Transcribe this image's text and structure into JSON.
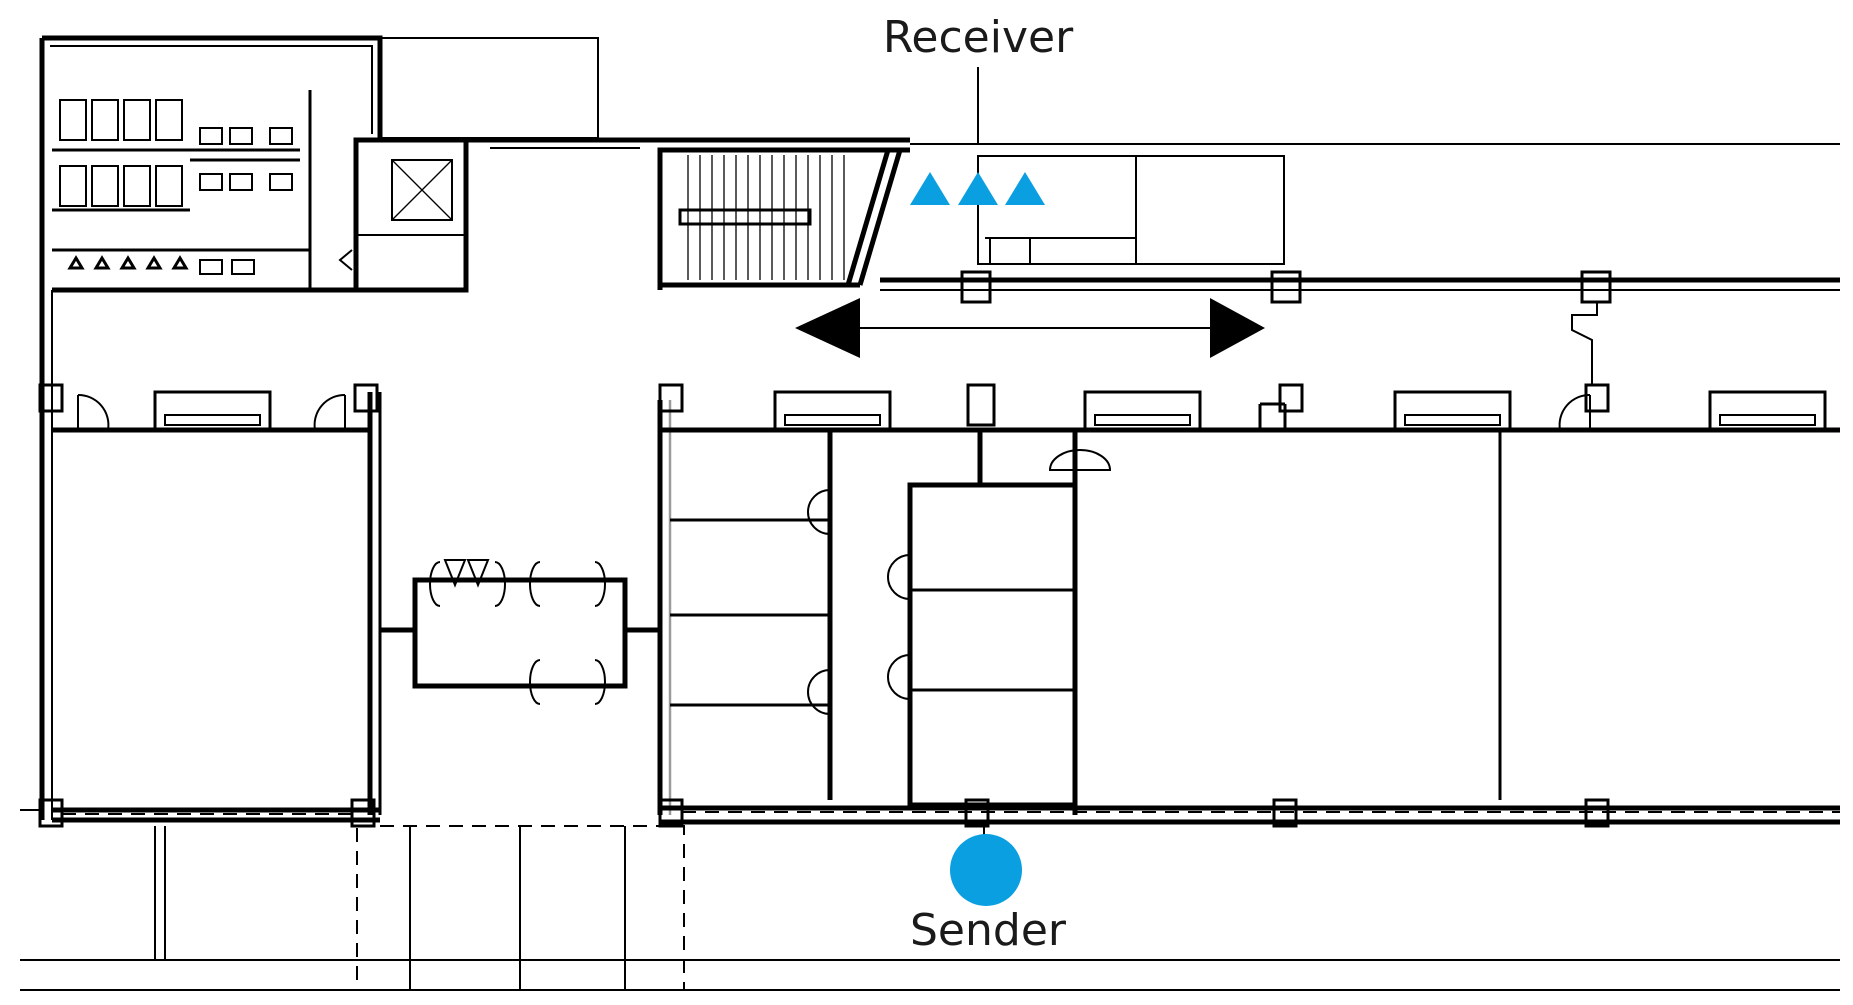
{
  "labels": {
    "receiver": "Receiver",
    "sender": "Sender"
  },
  "colors": {
    "marker": "#0a9fe0",
    "line": "#000000"
  },
  "icons": {
    "receiver": "triangle-marker",
    "sender": "circle-marker",
    "direction": "double-arrow"
  }
}
